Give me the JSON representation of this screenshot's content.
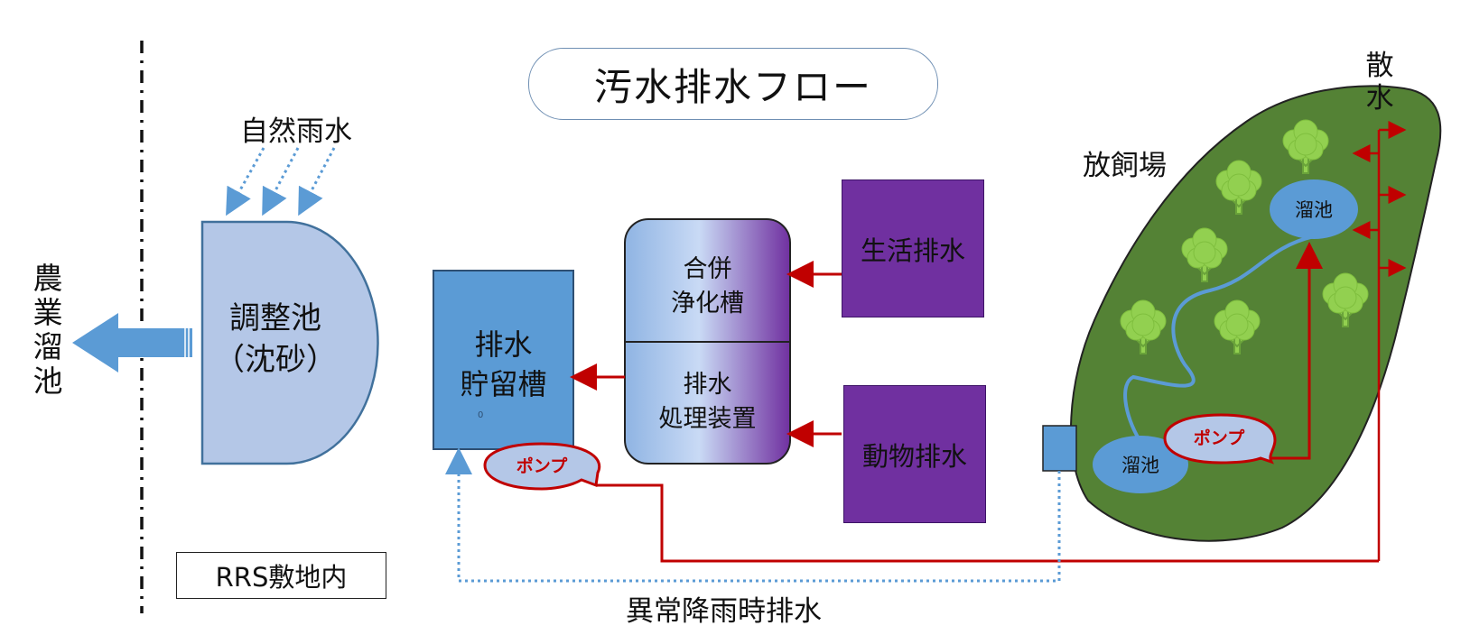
{
  "title": "汚水排水フロー",
  "rain_label": "自然雨水",
  "farm_pond_label_chars": [
    "農",
    "業",
    "溜",
    "池"
  ],
  "regulating_pond": {
    "line1": "調整池",
    "line2": "（沈砂）"
  },
  "storage_tank": {
    "line1": "排水",
    "line2": "貯留槽",
    "small_mark": "0"
  },
  "combined_septic": {
    "line1": "合併",
    "line2": "浄化槽"
  },
  "wastewater_treatment": {
    "line1": "排水",
    "line2": "処理装置"
  },
  "domestic_wastewater": "生活排水",
  "animal_wastewater": "動物排水",
  "pump_label": "ポンプ",
  "pasture_label": "放飼場",
  "sprinkle_label_chars": [
    "散",
    "水"
  ],
  "pond_label": "溜池",
  "site_label": "RRS敷地内",
  "abnormal_rain_label": "異常降雨時排水",
  "colors": {
    "light_blue": "#b4c7e7",
    "mid_blue": "#5b9bd5",
    "purple": "#7030a0",
    "red_line": "#c00000",
    "green_field": "#548235",
    "tree_green": "#92d050"
  }
}
